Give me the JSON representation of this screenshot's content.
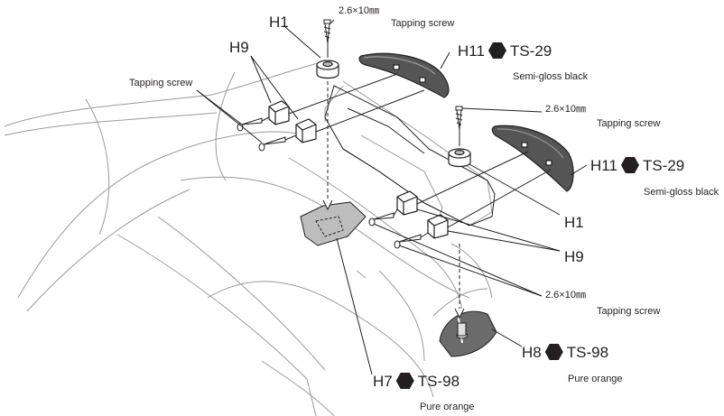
{
  "labels": {
    "h1_top": "H1",
    "h1_right": "H1",
    "h9_left": "H9",
    "h9_right": "H9",
    "h11_top": "H11",
    "h11_right": "H11",
    "h8": "H8",
    "h7": "H7"
  },
  "paints": {
    "h11_top": {
      "code": "TS-29",
      "name": "Semi-gloss black"
    },
    "h11_right": {
      "code": "TS-29",
      "name": "Semi-gloss black"
    },
    "h8": {
      "code": "TS-98",
      "name": "Pure orange"
    },
    "h7": {
      "code": "TS-98",
      "name": "Pure orange"
    }
  },
  "screws": {
    "top_size": "2.6×10㎜",
    "top_name": "Tapping screw",
    "left_name": "Tapping screw",
    "mid_size": "2.6×10㎜",
    "mid_name": "Tapping screw",
    "bottom_size": "2.6×10㎜",
    "bottom_name": "Tapping screw"
  },
  "colors": {
    "line": "#231f20",
    "part_fill_gray": "#bdbdbd",
    "part_fill_dark": "#555555",
    "body_line": "#9a9a9a"
  }
}
